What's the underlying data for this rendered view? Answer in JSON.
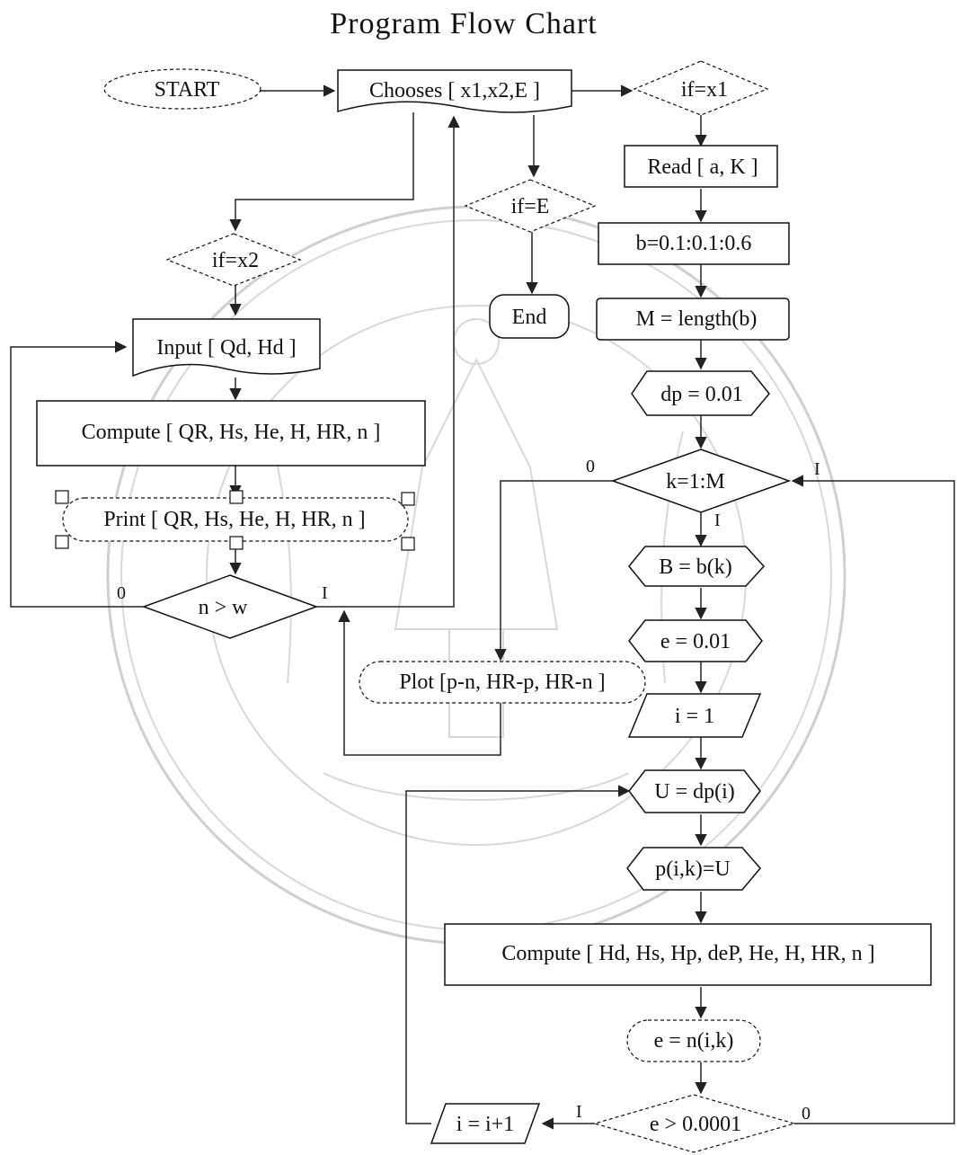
{
  "title": "Program Flow Chart",
  "nodes": {
    "start": "START",
    "chooses": "Chooses [ x1,x2,E ]",
    "if_x1": "if=x1",
    "if_x2": "if=x2",
    "if_e": "if=E",
    "end": "End",
    "read": "Read [ a, K ]",
    "b_range": "b=0.1:0.1:0.6",
    "m_length": "M = length(b)",
    "dp": "dp = 0.01",
    "k_loop": "k=1:M",
    "b_assign": "B = b(k)",
    "e_init": "e = 0.01",
    "i_init": "i = 1",
    "u_assign": "U = dp(i)",
    "p_assign": "p(i,k)=U",
    "compute_right": "Compute [ Hd, Hs, Hp, deP, He, H, HR, n ]",
    "e_assign": "e = n(i,k)",
    "e_check": "e > 0.0001",
    "i_incr": "i = i+1",
    "input": "Input [ Qd, Hd ]",
    "compute_left": "Compute [ QR, Hs, He, H, HR, n ]",
    "print": "Print [ QR, Hs, He, H, HR, n ]",
    "n_check": "n > w",
    "plot": "Plot [p-n, HR-p, HR-n ]"
  },
  "branch_labels": {
    "k_zero": "0",
    "k_one_right": "I",
    "k_one_down": "I",
    "n_zero": "0",
    "n_one": "I",
    "e_one": "I",
    "e_zero": "0"
  },
  "watermark": {
    "description_icon": "university-seal-watermark",
    "color": "#cfcfcf"
  }
}
